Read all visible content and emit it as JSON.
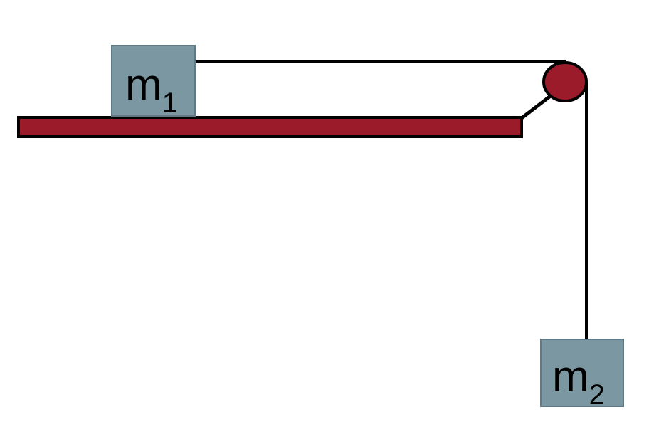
{
  "diagram": {
    "block1": {
      "symbol": "m",
      "subscript": "1"
    },
    "block2": {
      "symbol": "m",
      "subscript": "2"
    },
    "colors": {
      "table": "#9b1b2b",
      "pulley": "#9b1b2b",
      "block_fill": "#7b98a2",
      "block_edge": "#5f7a84",
      "string": "#000000",
      "background": "#ffffff"
    }
  }
}
